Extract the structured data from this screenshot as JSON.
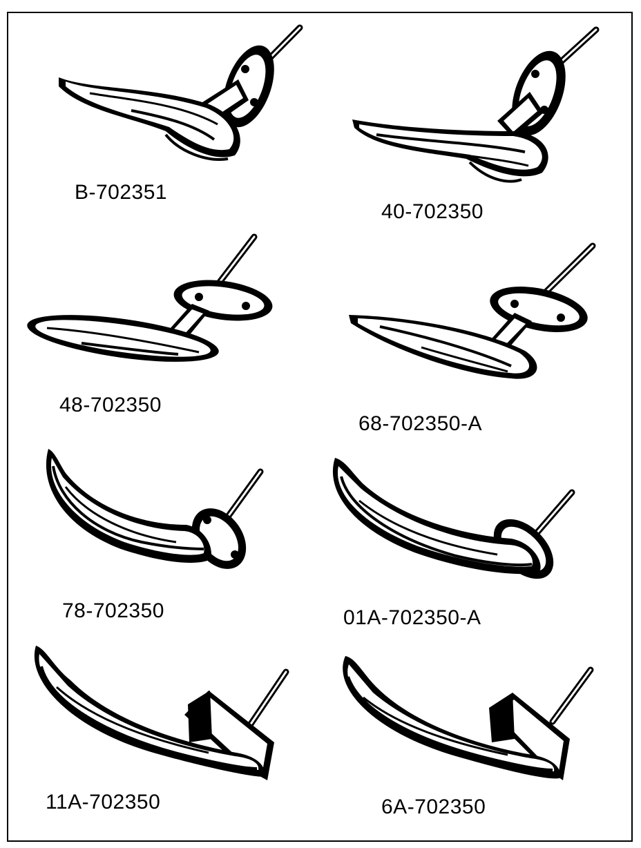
{
  "parts": [
    {
      "part_number": "B-702351",
      "style": "lever-long-rosette"
    },
    {
      "part_number": "40-702350",
      "style": "lever-long-rosette"
    },
    {
      "part_number": "48-702350",
      "style": "lever-flat-oval"
    },
    {
      "part_number": "68-702350-A",
      "style": "lever-flat-oval"
    },
    {
      "part_number": "78-702350",
      "style": "curved-pull-oval-base"
    },
    {
      "part_number": "01A-702350-A",
      "style": "curved-pull-oval-base"
    },
    {
      "part_number": "11A-702350",
      "style": "curved-pull-square-base"
    },
    {
      "part_number": "6A-702350",
      "style": "curved-pull-square-base"
    }
  ],
  "colors": {
    "ink": "#000000",
    "paper": "#ffffff"
  }
}
